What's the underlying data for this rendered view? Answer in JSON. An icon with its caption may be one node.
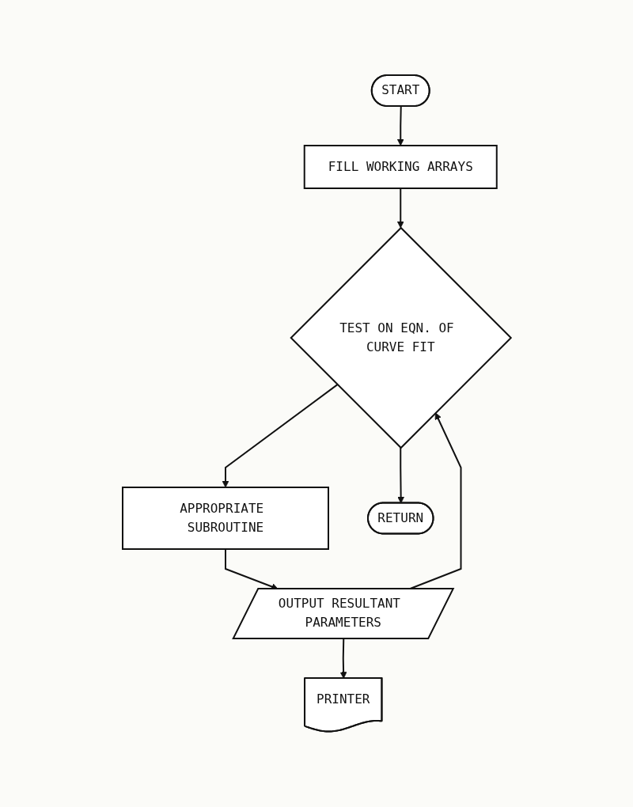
{
  "diagram": {
    "nodes": [
      {
        "text": [
          "START"
        ]
      },
      {
        "text": [
          "FILL WORKING ARRAYS"
        ]
      },
      {
        "text": [
          "TEST ON EQN. OF CURVE FIT"
        ]
      },
      {
        "text": [
          "APPROPRIATE SUBROUTINE"
        ]
      },
      {
        "text": [
          "OUTPUT RESULTANT PARAMETERS"
        ]
      },
      {
        "text": [
          "PRINTER"
        ]
      },
      {
        "text": [
          "RETURN"
        ]
      }
    ],
    "edges": [
      {
        "from": 0,
        "to": 1,
        "arrow": "to"
      },
      {
        "from": 1,
        "to": 2,
        "arrow": "to"
      },
      {
        "from": 2,
        "to": 3,
        "arrow": "to"
      },
      {
        "from": 3,
        "to": 4,
        "arrow": "to"
      },
      {
        "from": 4,
        "to": 5,
        "arrow": "to"
      },
      {
        "from": 4,
        "to": 2,
        "arrow": "to"
      },
      {
        "from": 2,
        "to": 6,
        "arrow": "to"
      }
    ]
  }
}
